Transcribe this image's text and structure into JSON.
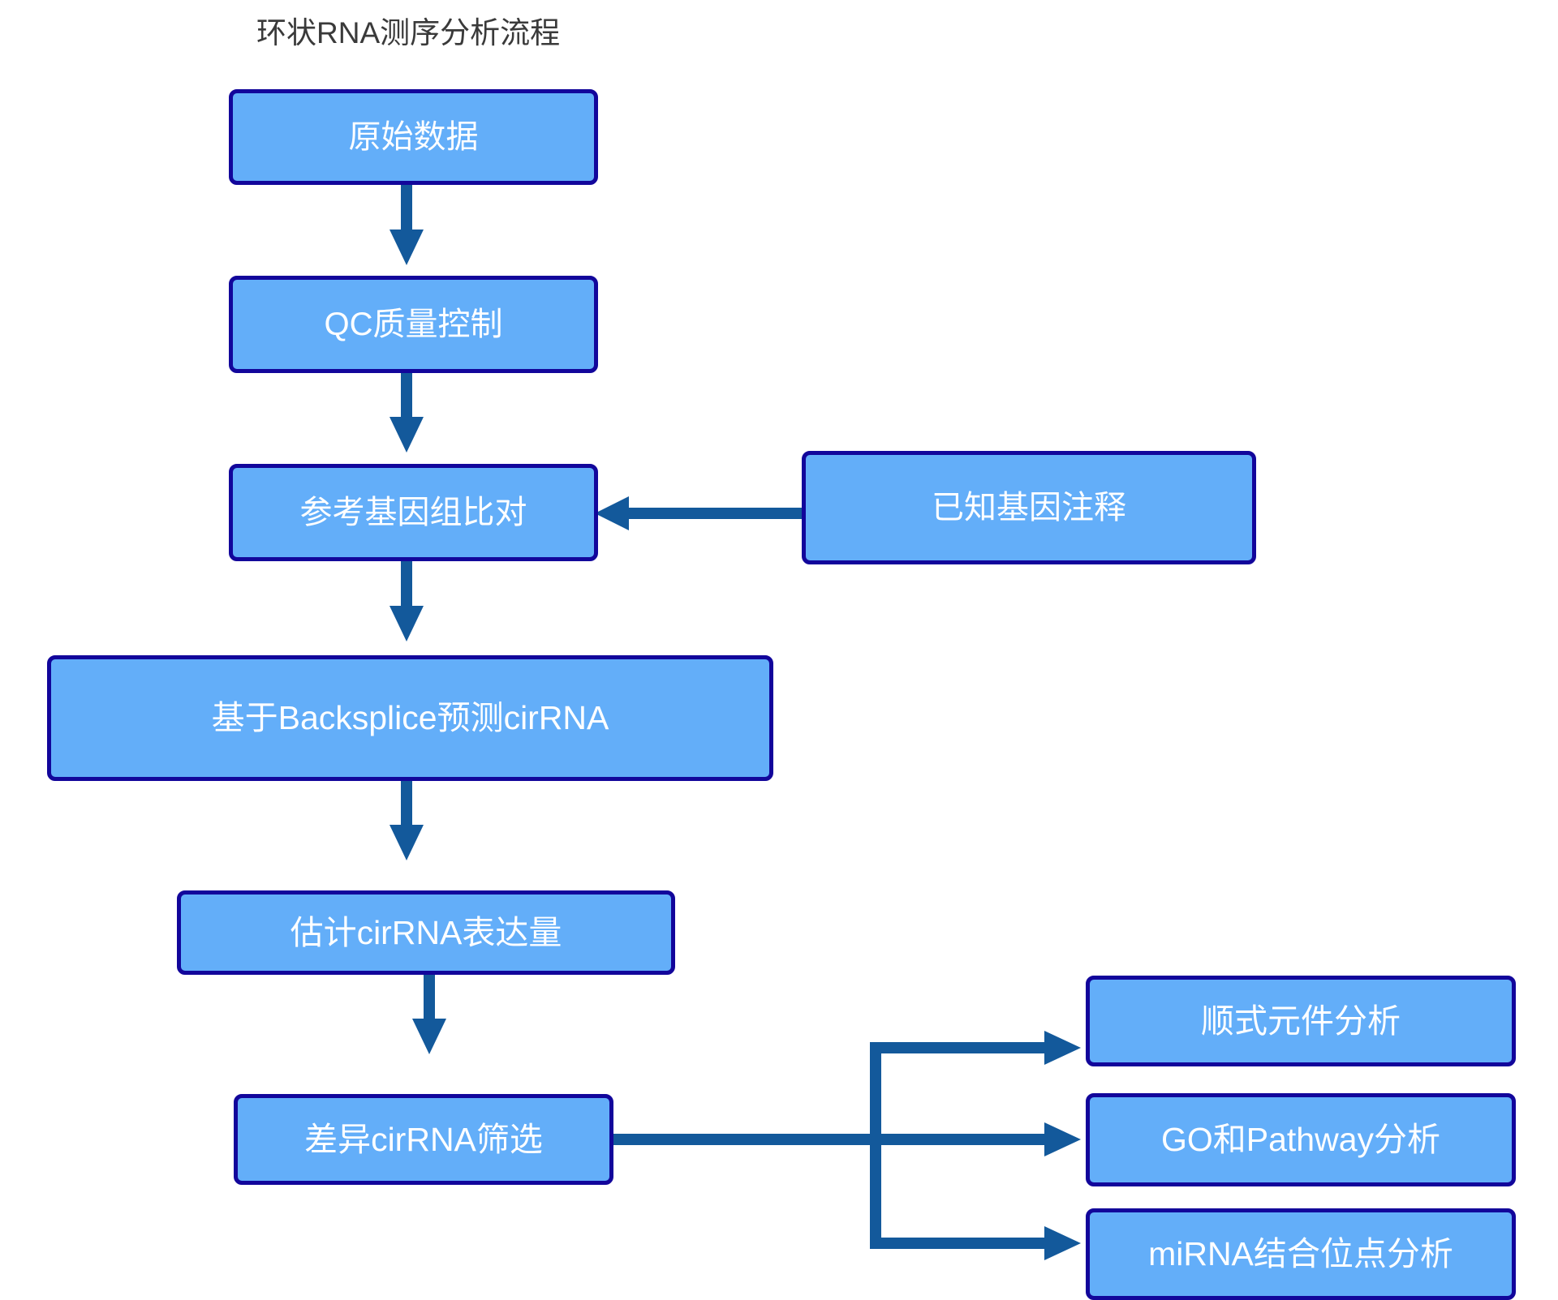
{
  "title": "环状RNA测序分析流程",
  "colors": {
    "node_fill": "#63AEF9",
    "node_border": "#12069B",
    "node_text": "#FFFFFF",
    "arrow": "#13599B",
    "title_text": "#3A3A3A",
    "background": "#FFFFFF"
  },
  "nodes": {
    "raw_data": {
      "label": "原始数据"
    },
    "qc": {
      "label": "QC质量控制"
    },
    "align": {
      "label": "参考基因组比对"
    },
    "known_gene": {
      "label": "已知基因注释"
    },
    "backsplice": {
      "label": "基于Backsplice预测cirRNA"
    },
    "expression": {
      "label": "估计cirRNA表达量"
    },
    "diff": {
      "label": "差异cirRNA筛选"
    },
    "cis_element": {
      "label": "顺式元件分析"
    },
    "go_pathway": {
      "label": "GO和Pathway分析"
    },
    "mirna_site": {
      "label": "miRNA结合位点分析"
    }
  },
  "edges": [
    {
      "from": "raw_data",
      "to": "qc",
      "direction": "down"
    },
    {
      "from": "qc",
      "to": "align",
      "direction": "down"
    },
    {
      "from": "known_gene",
      "to": "align",
      "direction": "left"
    },
    {
      "from": "align",
      "to": "backsplice",
      "direction": "down"
    },
    {
      "from": "backsplice",
      "to": "expression",
      "direction": "down"
    },
    {
      "from": "expression",
      "to": "diff",
      "direction": "down"
    },
    {
      "from": "diff",
      "to": "cis_element",
      "direction": "right-branch-up"
    },
    {
      "from": "diff",
      "to": "go_pathway",
      "direction": "right"
    },
    {
      "from": "diff",
      "to": "mirna_site",
      "direction": "right-branch-down"
    }
  ]
}
